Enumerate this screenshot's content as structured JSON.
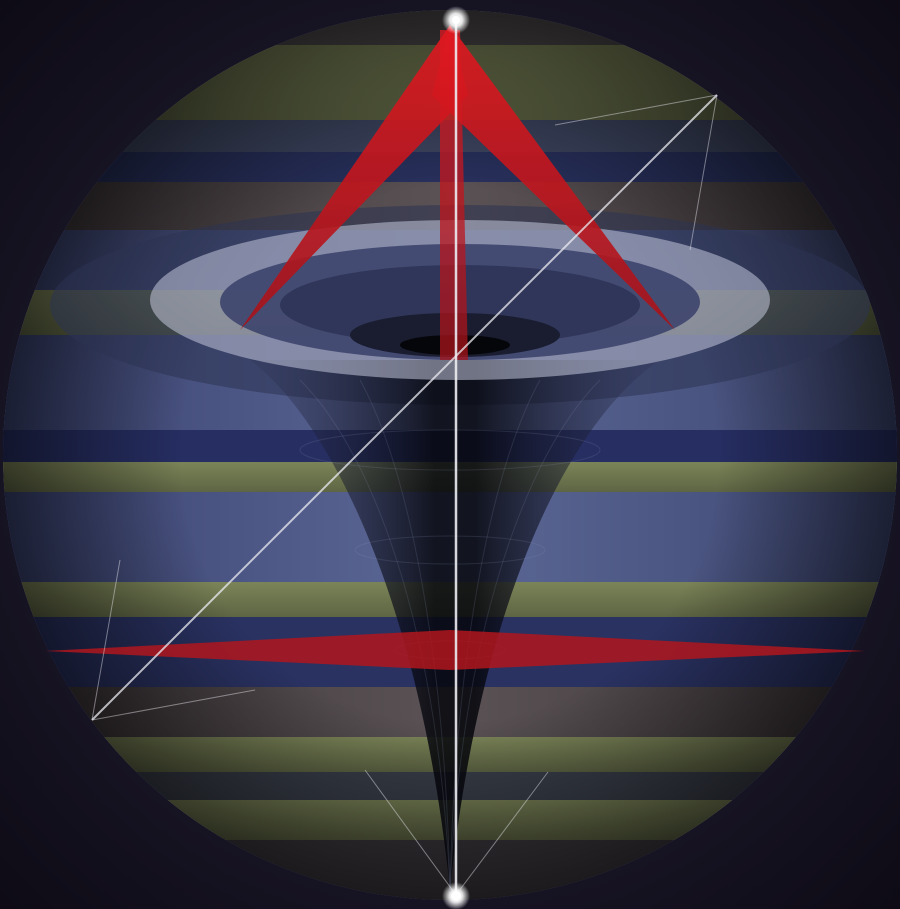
{
  "artwork": {
    "colors": {
      "background": "#1a1626",
      "band_olive": "#6f7750",
      "band_navy": "#26305e",
      "band_slate": "#4f5a86",
      "band_brown": "#4a4348",
      "funnel": "#0a0d1c",
      "ring": "#b9bfd6",
      "red": "#c8161d",
      "line": "#e8e8ef",
      "node_glow": "#ffffff"
    },
    "elements": {
      "banded_sphere": "striped-sphere",
      "gravity_well": "funnel",
      "accretion_ring": "ellipse-ring",
      "red_rays": "red-chevron-and-horizon-spike",
      "axis": "vertical-line",
      "diagonal": "diagonal-vector",
      "poles": "glowing-points"
    }
  }
}
